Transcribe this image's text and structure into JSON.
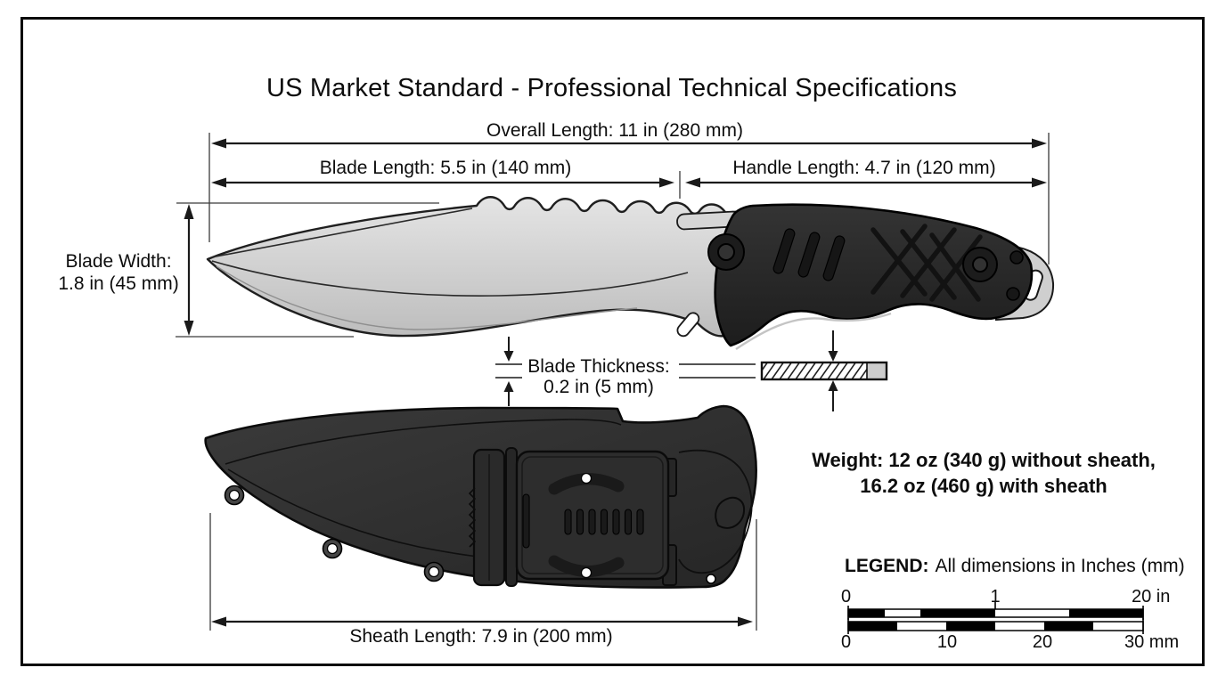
{
  "title": "US Market Standard - Professional Technical Specifications",
  "dimensions": {
    "overall_length": "Overall Length: 11 in (280 mm)",
    "blade_length": "Blade Length: 5.5 in (140 mm)",
    "handle_length": "Handle Length: 4.7 in (120 mm)",
    "blade_width_line1": "Blade Width:",
    "blade_width_line2": "1.8 in (45 mm)",
    "blade_thickness_line1": "Blade Thickness:",
    "blade_thickness_line2": "0.2 in (5 mm)",
    "sheath_length": "Sheath Length: 7.9 in (200 mm)"
  },
  "weight": {
    "line1": "Weight: 12 oz (340 g) without sheath,",
    "line2": "16.2 oz (460 g) with sheath"
  },
  "legend": {
    "label": "LEGEND:",
    "text": "All dimensions in Inches (mm)",
    "inch_scale": {
      "unit": "in",
      "ticks": [
        "0",
        "1",
        "20 in"
      ]
    },
    "mm_scale": {
      "unit": "mm",
      "ticks": [
        "0",
        "10",
        "20",
        "30 mm"
      ]
    }
  },
  "colors": {
    "ink": "#0d0d0d",
    "blade_steel": "#d6d6d6",
    "handle_black": "#262626",
    "sheath_black": "#2e2e2e",
    "background": "#ffffff"
  }
}
